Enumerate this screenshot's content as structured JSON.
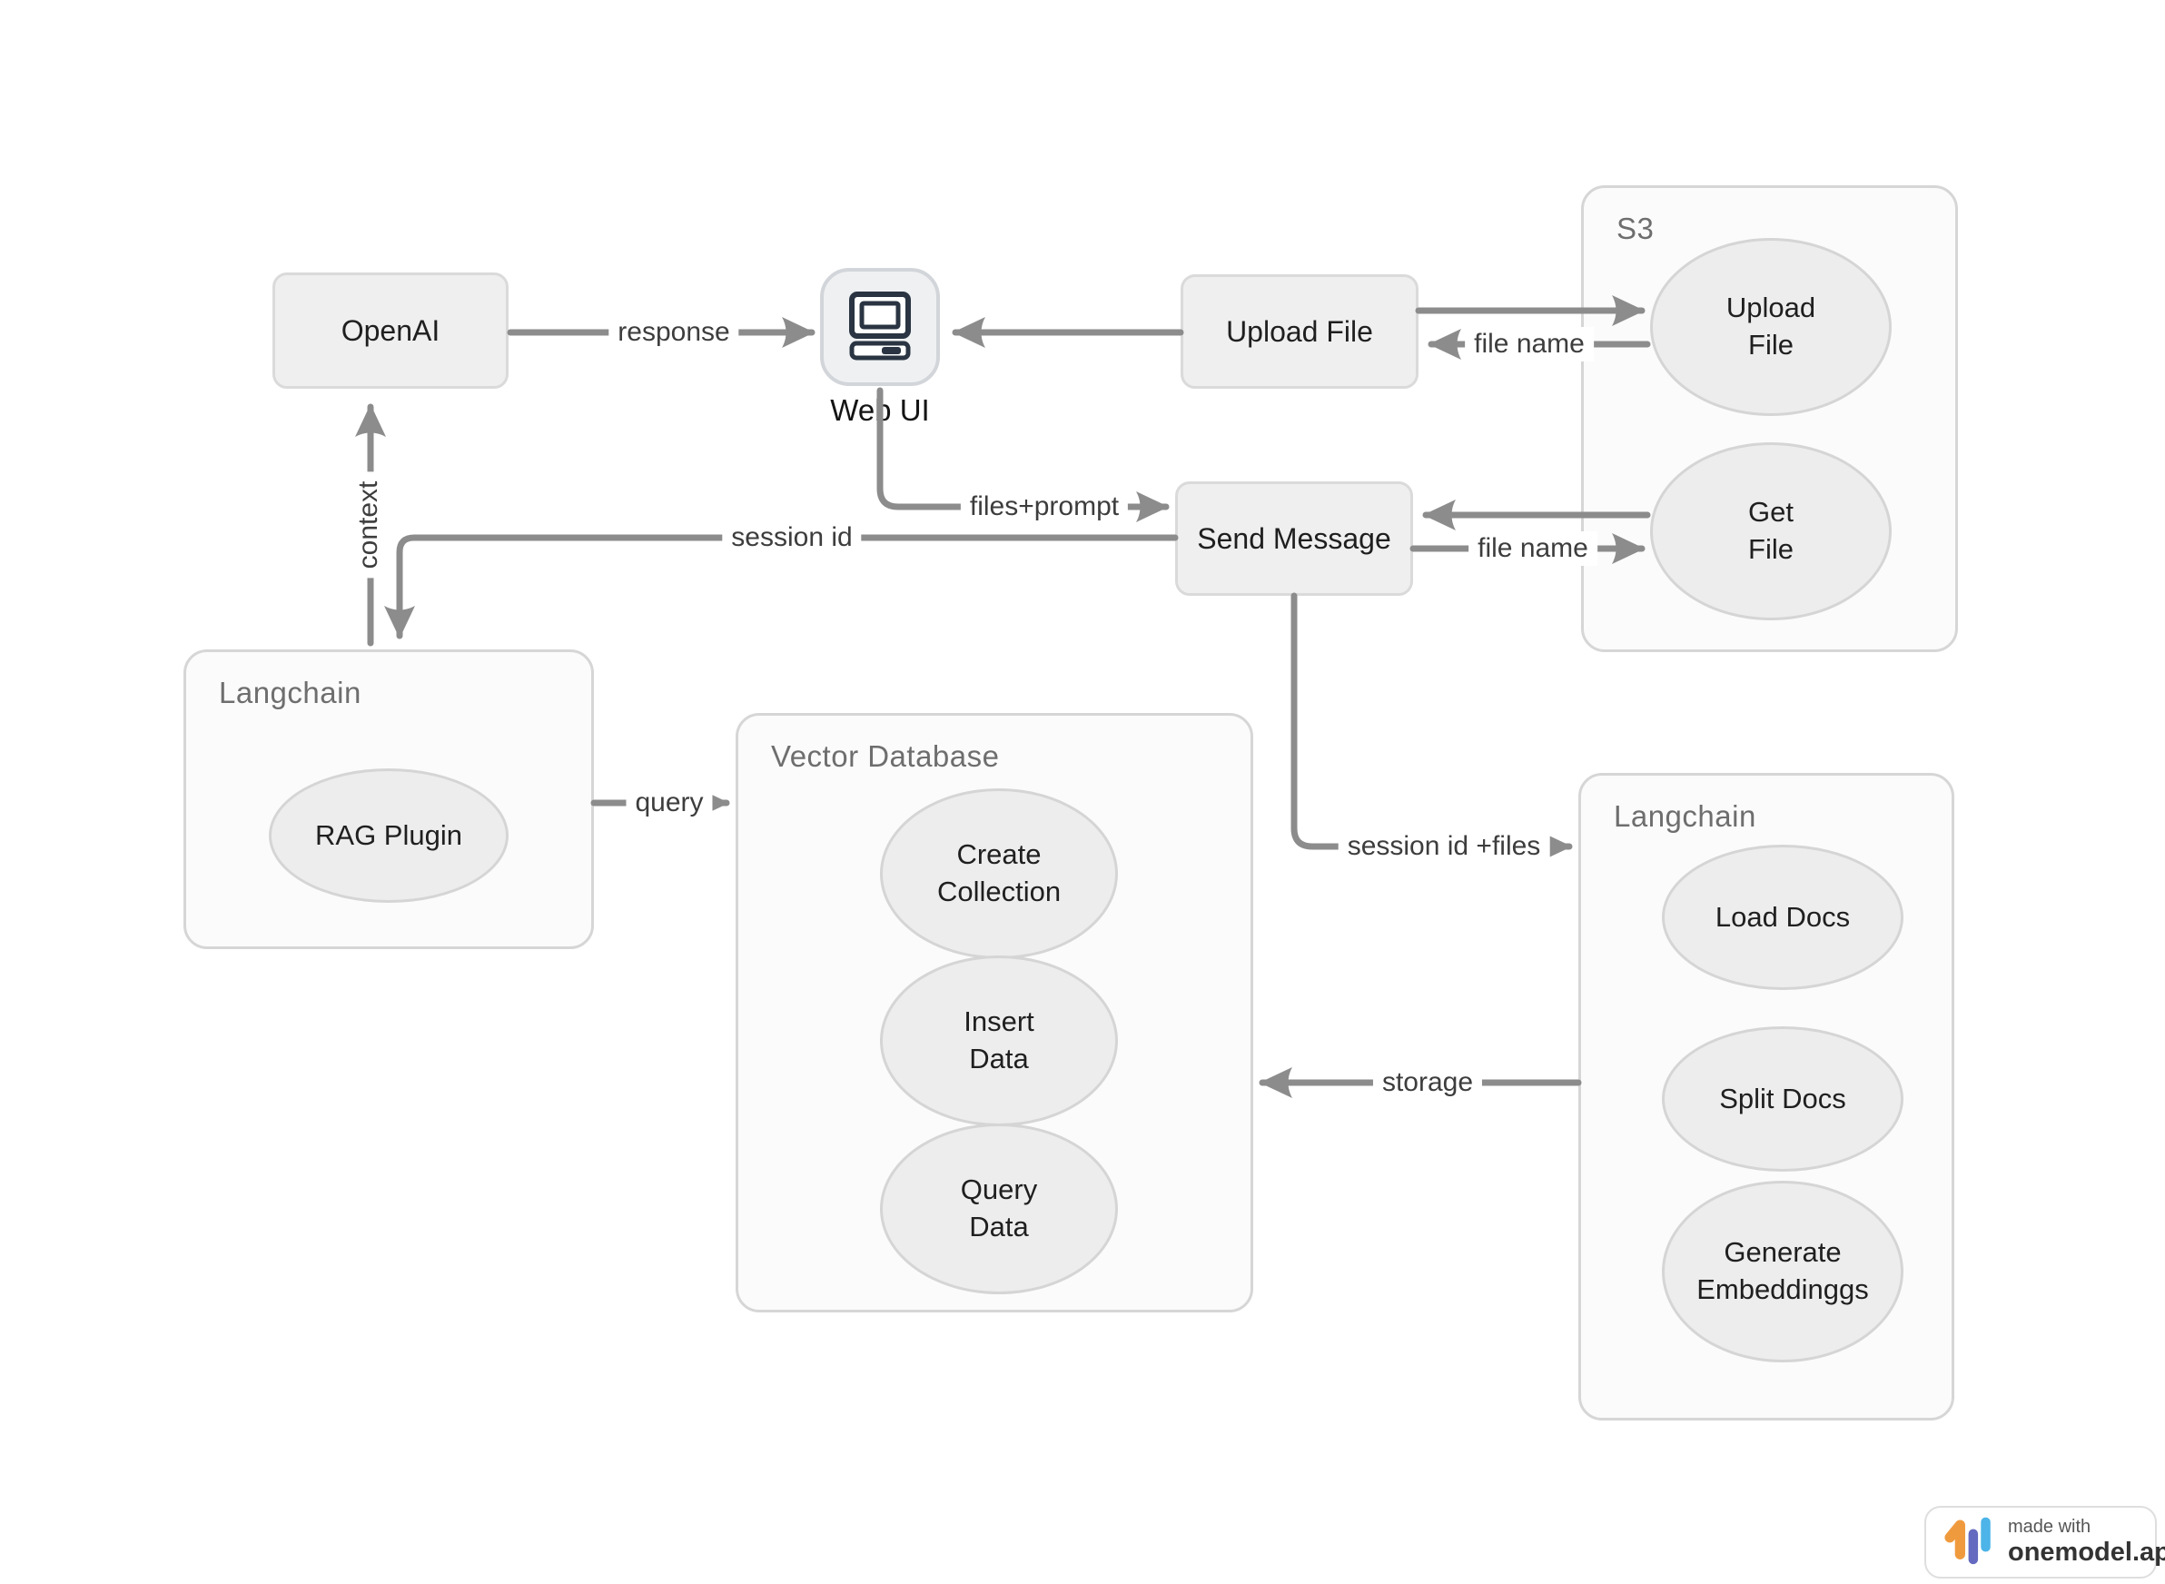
{
  "nodes": {
    "openai": "OpenAI",
    "web_ui": "Web UI",
    "upload_file": "Upload File",
    "send_message": "Send Message"
  },
  "containers": {
    "s3": {
      "title": "S3",
      "upload_file": "Upload\nFile",
      "get_file": "Get\nFile"
    },
    "langchain_left": {
      "title": "Langchain",
      "rag_plugin": "RAG Plugin"
    },
    "vector_database": {
      "title": "Vector Database",
      "create_collection": "Create\nCollection",
      "insert_data": "Insert\nData",
      "query_data": "Query\nData"
    },
    "langchain_right": {
      "title": "Langchain",
      "load_docs": "Load Docs",
      "split_docs": "Split Docs",
      "generate_embeddings": "Generate\nEmbeddinggs"
    }
  },
  "edges": {
    "response": "response",
    "file_name_top": "file name",
    "files_prompt": "files+prompt",
    "session_id": "session id",
    "file_name_bottom": "file name",
    "context": "context",
    "query": "query",
    "session_id_files": "session id +files",
    "storage": "storage"
  },
  "badge": {
    "made_with": "made with",
    "brand": "onemodel.app"
  },
  "colors": {
    "edge": "#8c8c8c",
    "node_fill": "#efefef",
    "group_fill": "#fbfbfb",
    "icon_ink": "#2a3442",
    "logo_orange": "#f09a3e",
    "logo_indigo": "#646abf",
    "logo_blue": "#4cb4e8"
  }
}
